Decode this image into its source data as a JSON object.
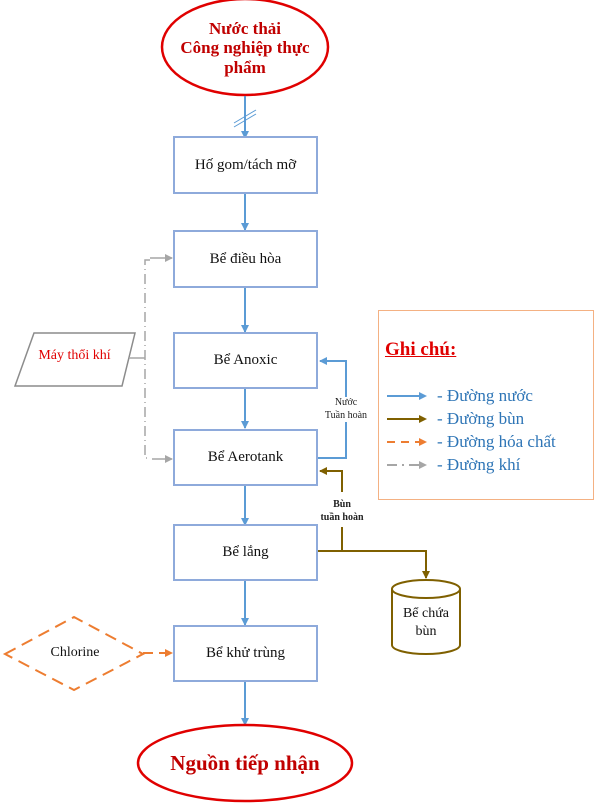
{
  "diagram": {
    "source": {
      "lines": [
        "Nước thải",
        "Công nghiệp thực",
        "phẩm"
      ]
    },
    "steps": [
      {
        "label": "Hố gom/tách mỡ"
      },
      {
        "label": "Bể điều hòa"
      },
      {
        "label": "Bể Anoxic"
      },
      {
        "label": "Bể Aerotank"
      },
      {
        "label": "Bể lắng"
      },
      {
        "label": "Bể khử trùng"
      }
    ],
    "sink": {
      "label": "Nguồn tiếp nhận"
    },
    "blower": {
      "label": "Máy thổi khí"
    },
    "chemical": {
      "label": "Chlorine"
    },
    "sludge_tank": {
      "lines": [
        "Bể chứa",
        "bùn"
      ]
    },
    "recycle_water": {
      "lines": [
        "Nước",
        "Tuần hoàn"
      ]
    },
    "recycle_sludge": {
      "lines": [
        "Bùn",
        "tuần hoàn"
      ]
    }
  },
  "legend": {
    "title": "Ghi chú:",
    "items": [
      {
        "label": "- Đường nước",
        "color": "#5b9bd5",
        "style": "solid"
      },
      {
        "label": "- Đường bùn",
        "color": "#7f6000",
        "style": "solid"
      },
      {
        "label": "- Đường hóa chất",
        "color": "#ed7d31",
        "style": "dashed"
      },
      {
        "label": "- Đường khí",
        "color": "#a6a6a6",
        "style": "dash-dot"
      }
    ]
  },
  "colors": {
    "water": "#5b9bd5",
    "sludge": "#7f6000",
    "chemical": "#ed7d31",
    "air": "#a6a6a6",
    "terminal": "#e00000",
    "box_border": "#8eaadb"
  }
}
